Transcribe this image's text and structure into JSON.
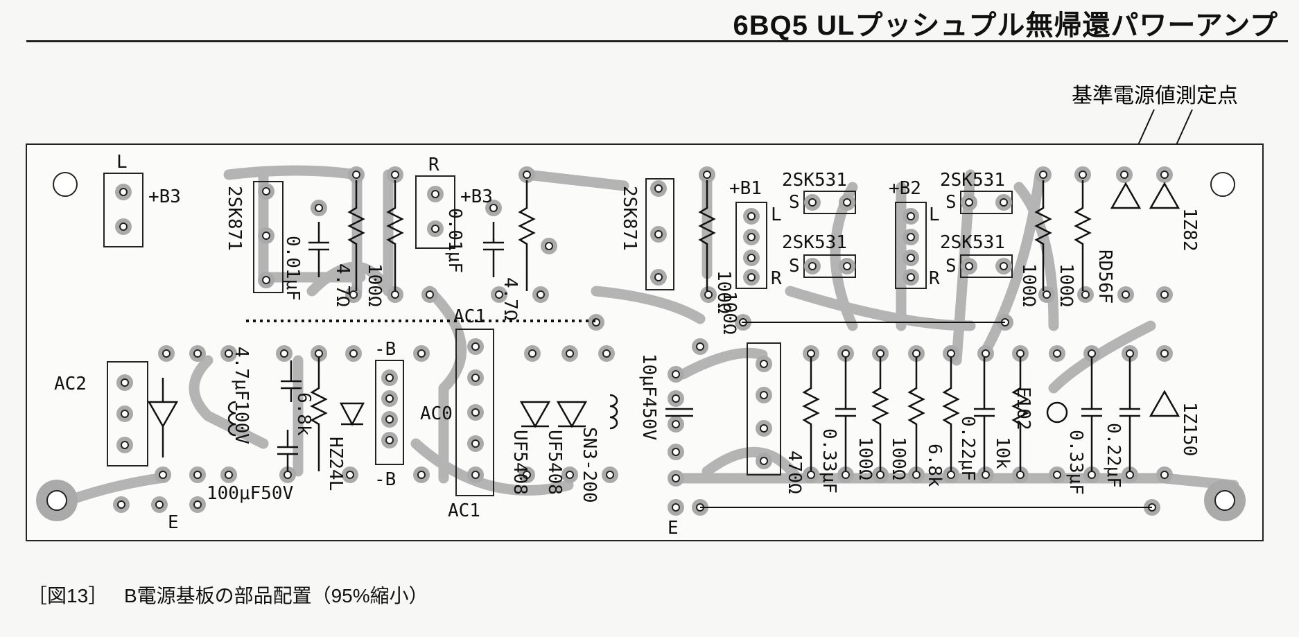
{
  "header": {
    "title": "6BQ5 ULプッシュプル無帰還パワーアンプ"
  },
  "callout": {
    "text": "基準電源値測定点"
  },
  "caption": {
    "figure": "［図13］",
    "text": "B電源基板の部品配置（95%縮小）"
  },
  "board": {
    "labels": {
      "L": "L",
      "R": "R",
      "B3_left": "+B3",
      "B3_mid": "+B3",
      "Q1": "2SK871",
      "Q2": "2SK871",
      "B1": "+B1",
      "B2": "+B2",
      "K531a": "2SK531",
      "K531b": "2SK531",
      "K531c": "2SK531",
      "K531d": "2SK531",
      "S1": "S",
      "S2": "S",
      "S3": "S",
      "S4": "S",
      "L1": "L",
      "L2": "L",
      "R1": "R",
      "R2": "R",
      "AC2": "AC2",
      "AC1_top": "AC1",
      "AC1_bot": "AC1",
      "AC0": "AC0",
      "negB_top": "-B",
      "negB_bot": "-B",
      "E_left": "E",
      "E_mid": "E",
      "c001a": "0.01μF",
      "c001b": "0.01μF",
      "r47a": "4.7Ω",
      "r47b": "4.7Ω",
      "r100a": "100Ω",
      "r100b": "100Ω",
      "r100c": "100Ω",
      "r100d": "100Ω",
      "r100e": "100Ω",
      "r100f": "100Ω",
      "r100g": "100Ω",
      "c47": "4.7μF100V",
      "r68a": "6.8k",
      "hz": "HZ24L",
      "c100": "100μF50V",
      "uf1": "UF5408",
      "uf2": "UF5408",
      "sn": "SN3-200",
      "c10": "10μF450V",
      "c033a": "0.33μF",
      "r470": "470Ω",
      "r68b": "6.8k",
      "c022a": "0.22μF",
      "r10k": "10k",
      "e102": "E102",
      "c033b": "0.33μF",
      "c022b": "0.22μF",
      "z82": "1Z82",
      "z150": "1Z150",
      "rd": "RD56F"
    }
  }
}
